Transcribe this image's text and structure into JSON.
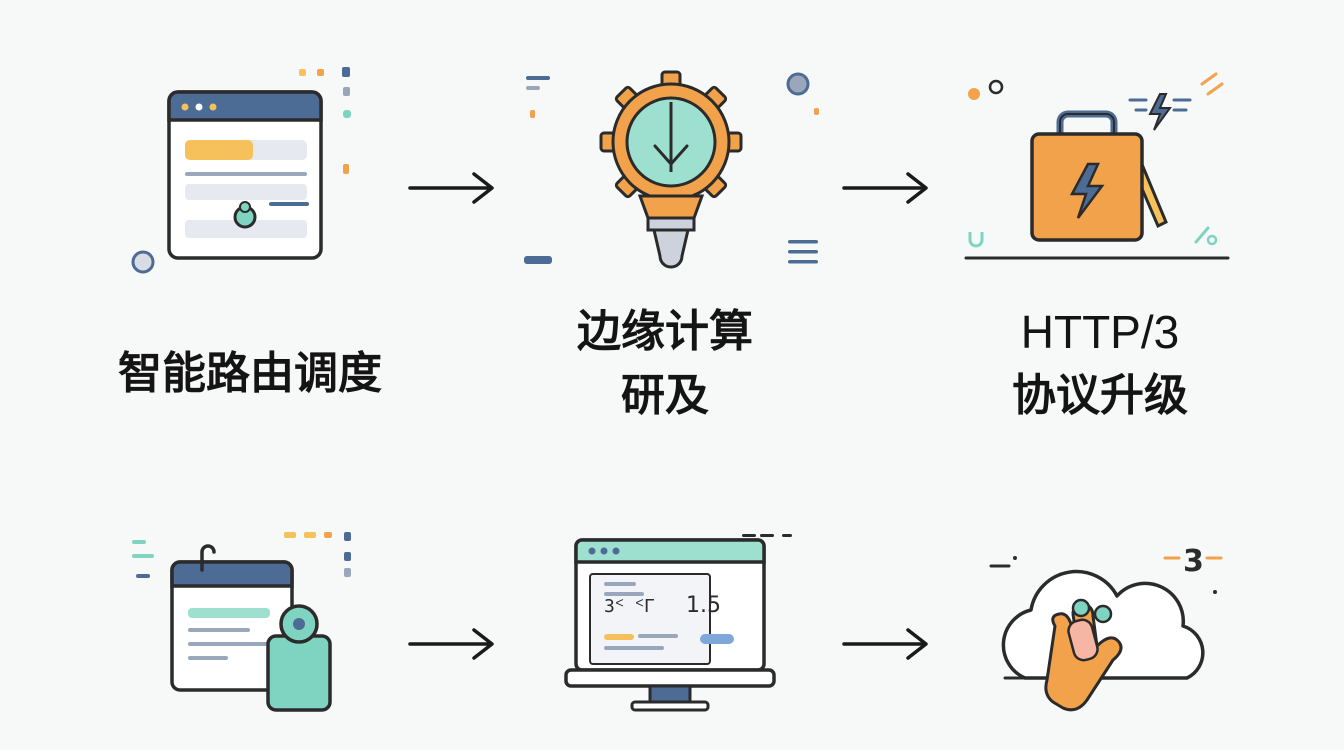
{
  "steps": [
    {
      "label_lines": [
        "智能路由调度"
      ],
      "icon": "browser-window-icon"
    },
    {
      "label_lines": [
        "边缘计算",
        "研及"
      ],
      "icon": "gear-lightbulb-icon"
    },
    {
      "label_lines": [
        "HTTP/3",
        "协议升级"
      ],
      "icon": "bolt-bag-icon"
    }
  ],
  "bottom_row": {
    "icons": [
      "calendar-user-icon",
      "monitor-icon",
      "cloud-hand-icon"
    ],
    "monitor_text_left": "3ᑉ ᑉᒥ",
    "monitor_text_right": "1.5",
    "cloud_badge": "3"
  },
  "colors": {
    "blue": "#4c6b95",
    "orange": "#f2a24a",
    "teal": "#7fd4c1",
    "yellow": "#f6c15a",
    "outline": "#2b2b2b"
  }
}
